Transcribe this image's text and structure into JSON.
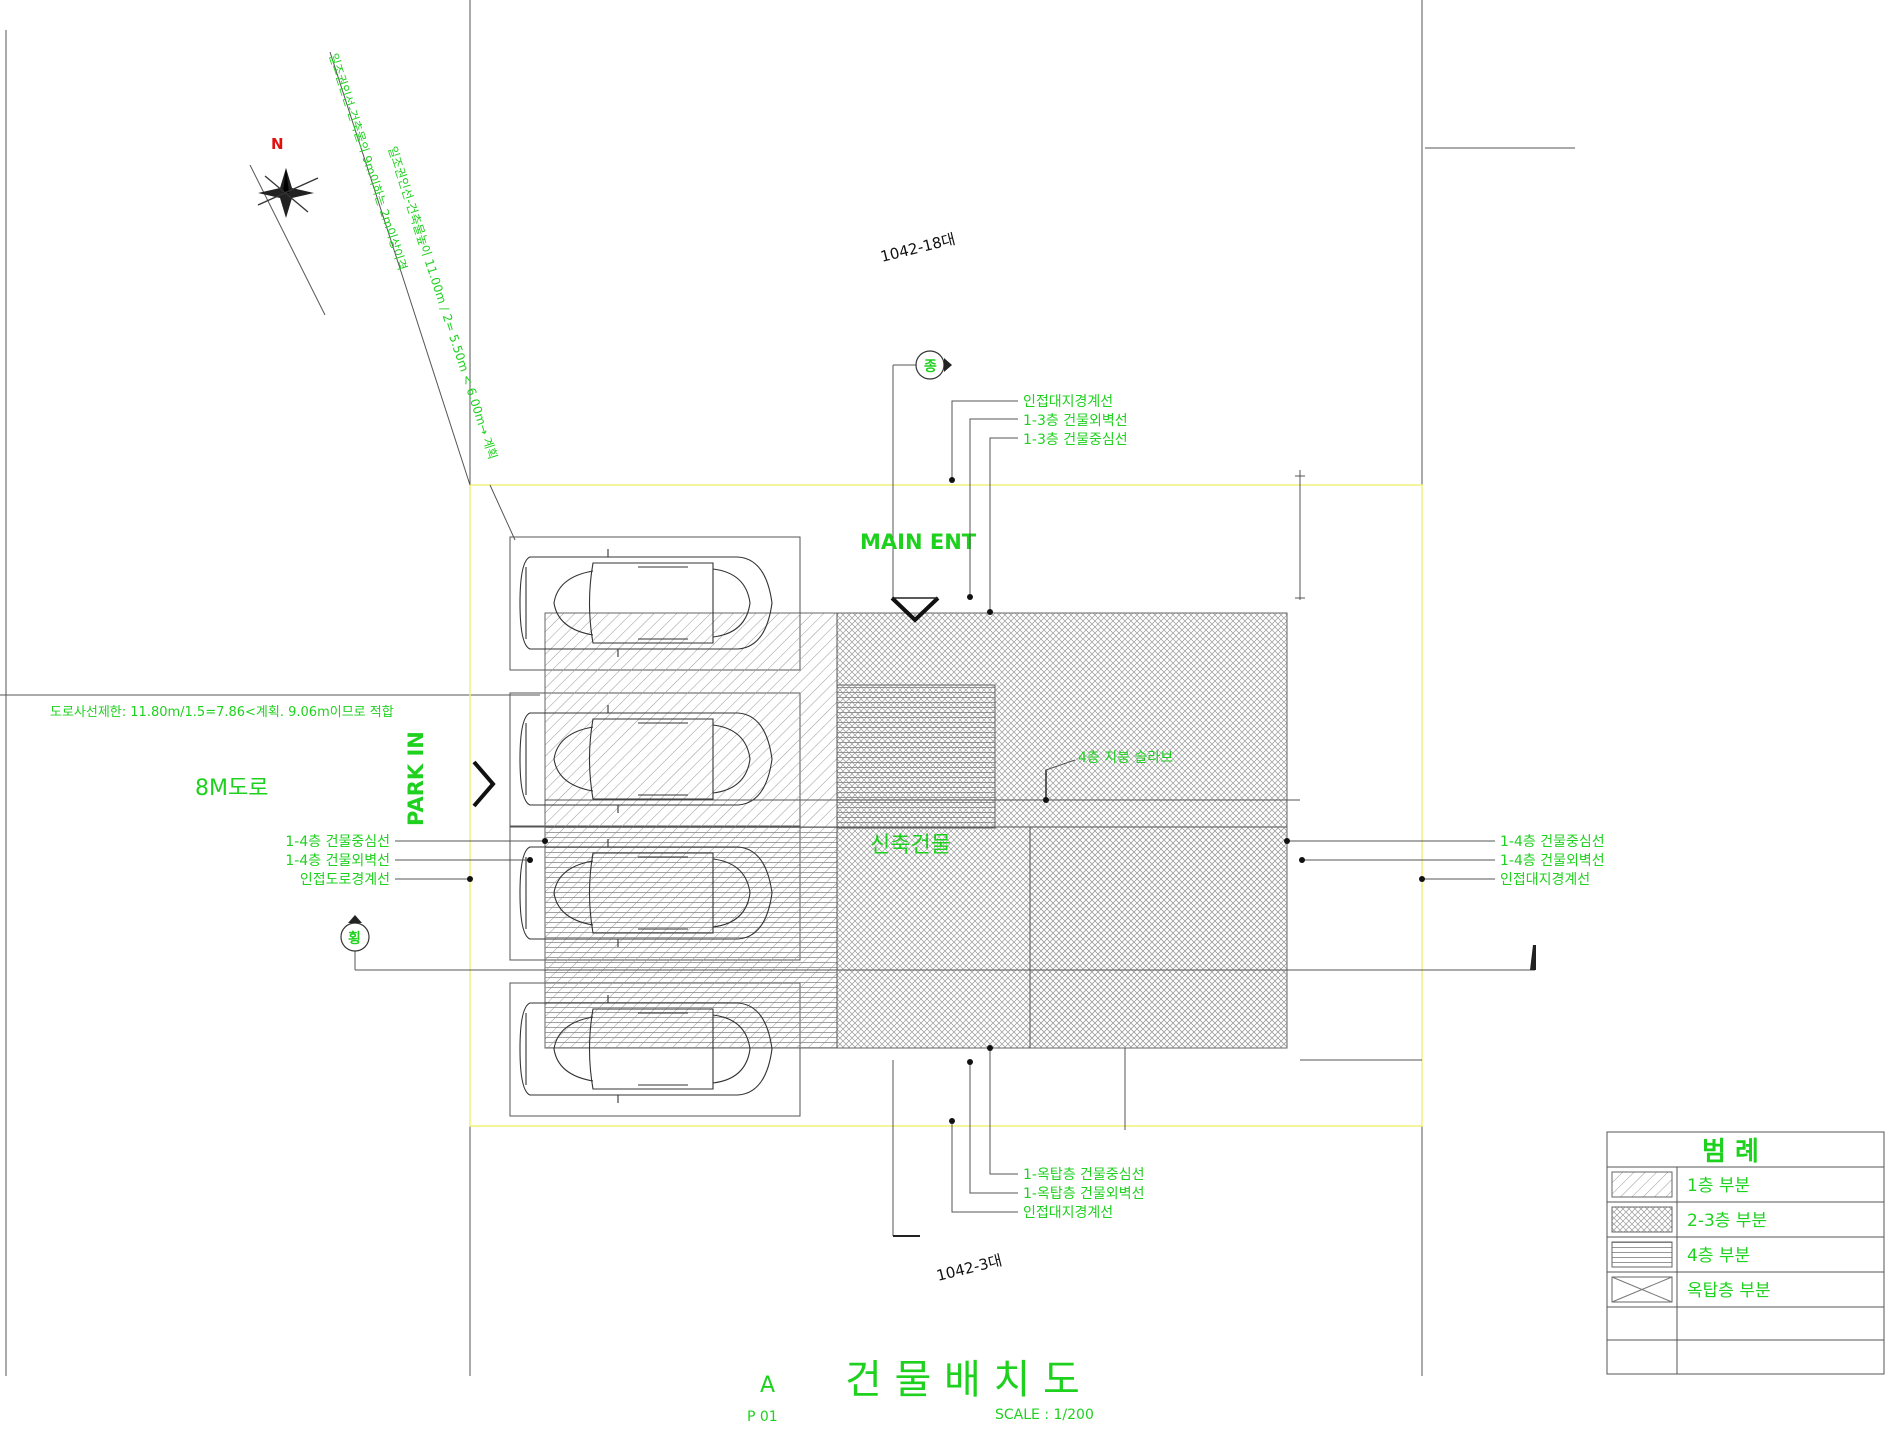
{
  "north_label": "N",
  "setback_note_1": "일조권인선-건축물의 9m이하는 2m이상이격",
  "setback_note_2": "일조권인선-건축물높이 11.00m / 2= 5.50m < 6.00m→ 계획",
  "lot_north": "1042-18대",
  "lot_south": "1042-3대",
  "section_mark_north": "종",
  "section_mark_west": "횡",
  "main_ent": "MAIN ENT",
  "park_in": "PARK IN",
  "road_label": "8M도로",
  "road_setback_note": "도로사선제한: 11.80m/1.5=7.86<계획. 9.06m이므로 적합",
  "building_label": "신축건물",
  "floor4_note": "4층 지붕 슬라브",
  "top_callouts": [
    "인접대지경계선",
    "1-3층 건물외벽선",
    "1-3층 건물중심선"
  ],
  "bottom_callouts": [
    "1-옥탑층 건물중심선",
    "1-옥탑층 건물외벽선",
    "인접대지경계선"
  ],
  "left_callouts": [
    "1-4층 건물중심선",
    "1-4층 건물외벽선",
    "인접도로경계선"
  ],
  "right_callouts": [
    "1-4층 건물중심선",
    "1-4층 건물외벽선",
    "인접대지경계선"
  ],
  "legend": {
    "title": "범 례",
    "items": [
      "1층 부분",
      "2-3층 부분",
      "4층 부분",
      "옥탑층 부분"
    ]
  },
  "title_block": {
    "letter": "A",
    "title": "건 물 배 치 도",
    "sheet": "P   01",
    "scale": "SCALE : 1/200"
  },
  "colors": {
    "annotation": "#1fd11f",
    "linework": "#555555",
    "boundary": "#f0f07a"
  }
}
